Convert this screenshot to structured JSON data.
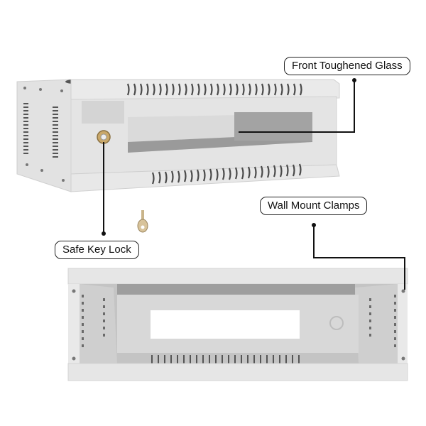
{
  "callouts": {
    "front_glass": "Front Toughened Glass",
    "wall_clamps": "Wall Mount Clamps",
    "key_lock": "Safe Key Lock"
  },
  "colors": {
    "cabinet_body": "#e6e6e6",
    "cabinet_shadow": "#bdbdbd",
    "vent_slot": "#4a4a4a",
    "glass_window": "#9a9a9a",
    "callout_border": "#222222",
    "lock_brass": "#c9a86a"
  }
}
